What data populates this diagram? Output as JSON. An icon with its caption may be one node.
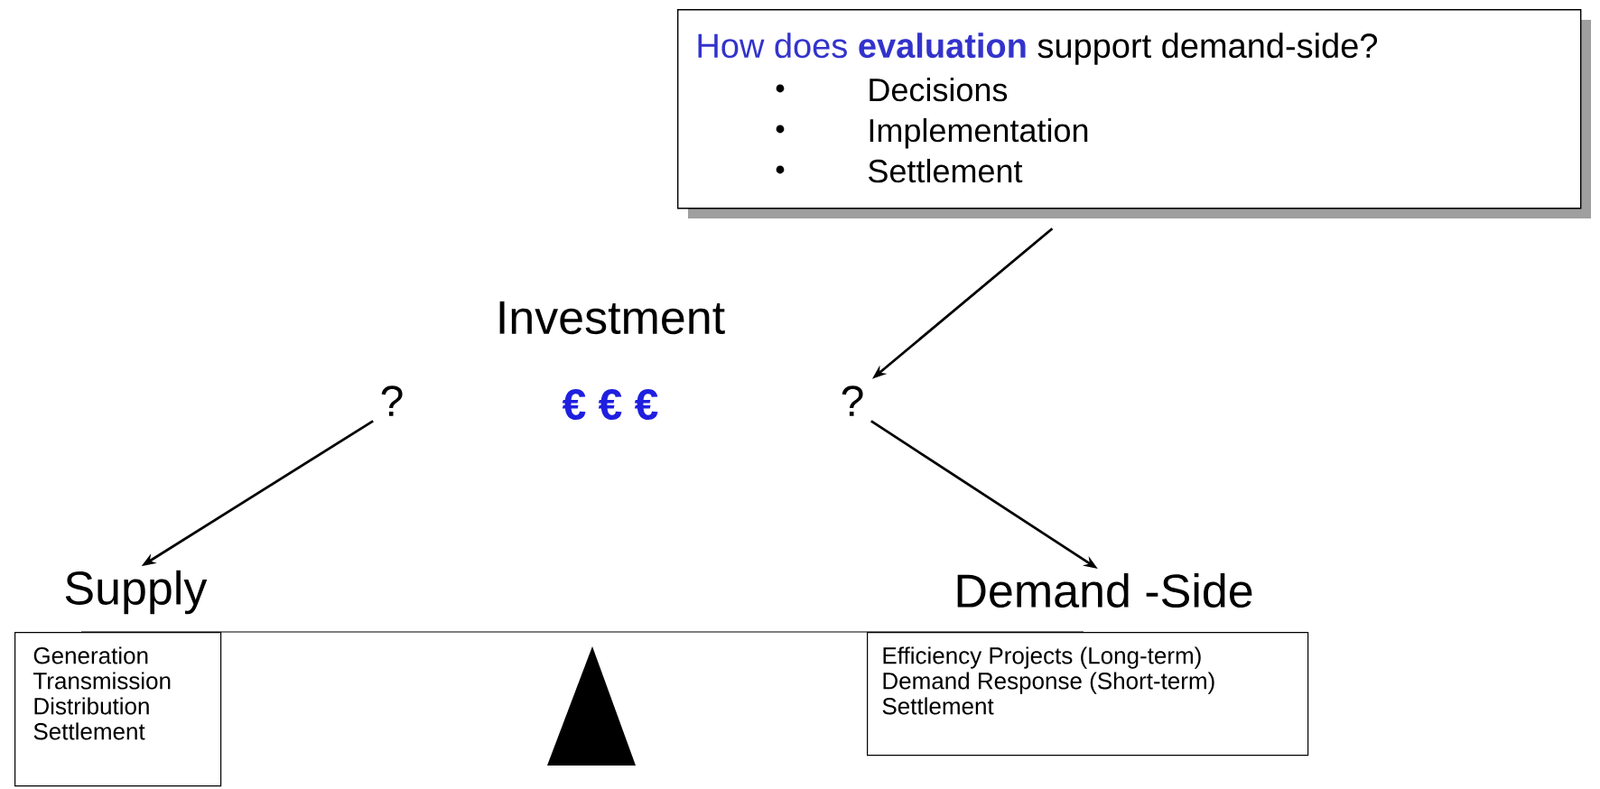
{
  "diagram": {
    "nodes": [
      {
        "text": [
          "How does **evaluation**",
          "support demand-side?",
          "Decisions",
          "Implementation",
          "Settlement"
        ]
      },
      {
        "text": [
          "?"
        ]
      },
      {
        "text": [
          "?"
        ]
      },
      {
        "text": [
          "Supply",
          "Generation",
          "Transmission",
          "Distribution",
          "Settlement"
        ]
      },
      {
        "text": [
          "Demand -Side",
          "Efficiency Projects (Long-term)",
          "Demand Response (Short-term)",
          "Settlement"
        ]
      }
    ],
    "edges": [
      {
        "from": 0,
        "to": 2,
        "arrow": "to"
      },
      {
        "from": 1,
        "to": 3,
        "arrow": "to"
      },
      {
        "from": 2,
        "to": 4,
        "arrow": "to"
      }
    ],
    "labels": [
      "Investment",
      "€ € €"
    ]
  }
}
